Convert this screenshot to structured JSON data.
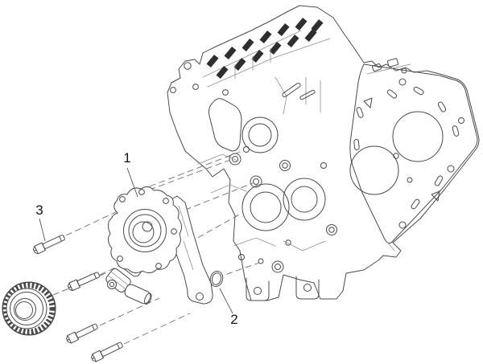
{
  "diagram": {
    "type": "exploded-parts-diagram",
    "background": "#ffffff",
    "colors": {
      "bg": "#ffffff",
      "line": "#4b4b4b",
      "line-light": "#909090",
      "dark": "#2e2e2e",
      "dash": "#6e6e6e",
      "label": "#141414"
    },
    "callouts": [
      {
        "number": "1",
        "part": "oil-pump-assembly"
      },
      {
        "number": "2",
        "part": "o-ring"
      },
      {
        "number": "3",
        "part": "mounting-bolt"
      }
    ]
  }
}
